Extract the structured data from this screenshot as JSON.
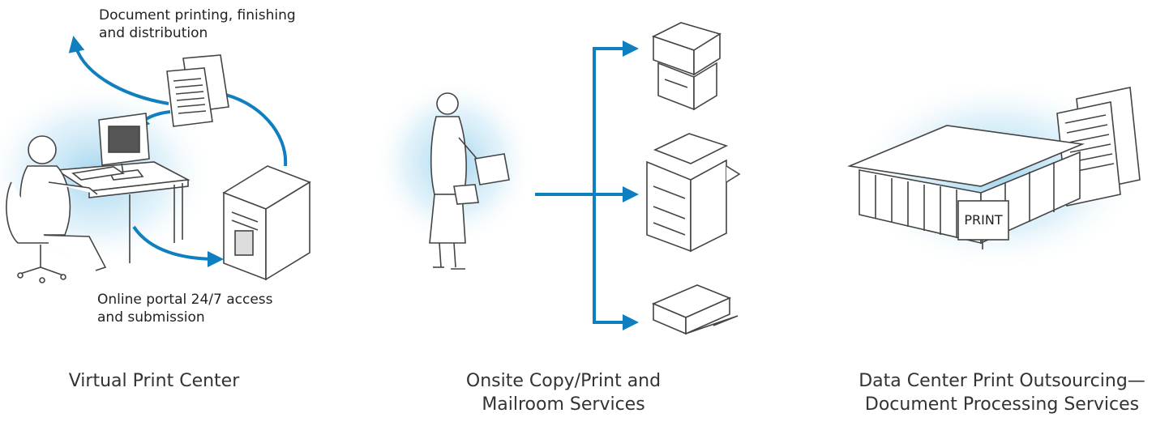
{
  "panels": [
    {
      "caption": "Virtual Print Center",
      "annotation_top": "Document printing, finishing\nand distribution",
      "annotation_bottom": "Online portal 24/7 access\nand submission"
    },
    {
      "caption": "Onsite Copy/Print and\nMailroom Services"
    },
    {
      "caption": "Data Center Print Outsourcing—\nDocument Processing Services",
      "sign_text": "PRINT"
    }
  ],
  "colors": {
    "accent_blue": "#0f7fbf",
    "glow": "#a9d8f0",
    "line": "#555555"
  }
}
